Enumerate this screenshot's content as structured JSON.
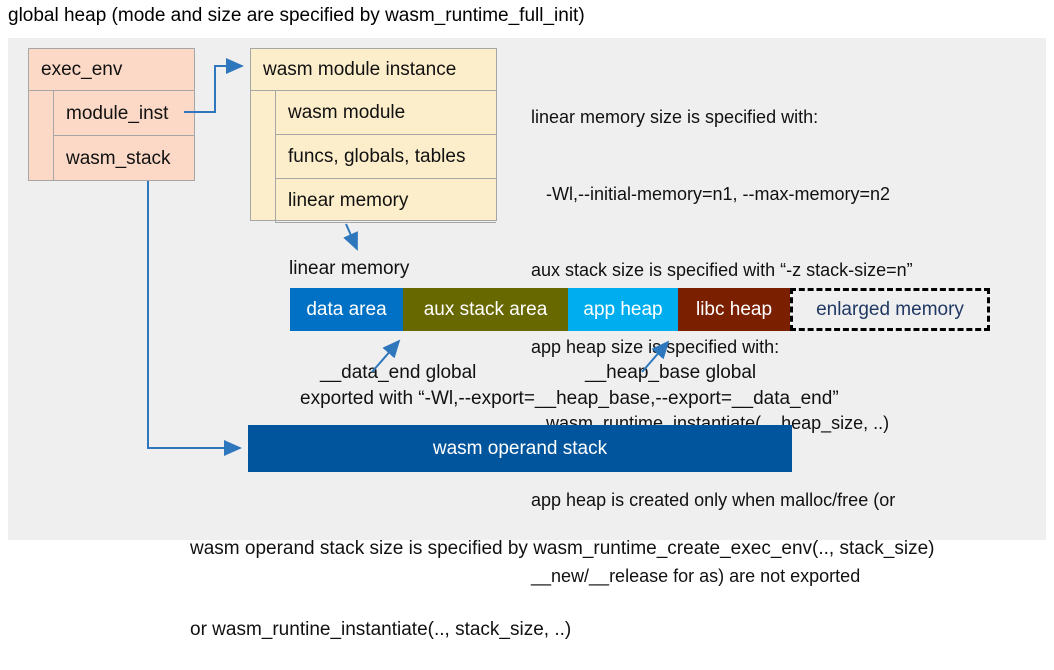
{
  "page_title": "global heap (mode and size are specified by wasm_runtime_full_init)",
  "exec_env_box": {
    "title": "exec_env",
    "rows": [
      {
        "label": "module_inst"
      },
      {
        "label": "wasm_stack"
      }
    ]
  },
  "module_instance_box": {
    "title": "wasm module instance",
    "rows": [
      {
        "label": "wasm module"
      },
      {
        "label": "funcs, globals, tables"
      },
      {
        "label": "linear memory"
      }
    ]
  },
  "memory_notes": {
    "lines": [
      "linear memory size is specified with:",
      "   -Wl,--initial-memory=n1, --max-memory=n2",
      "aux stack size is specified with “-z stack-size=n”",
      "app heap size is specified with:",
      "   wasm_runtime_instantiate(.., heap_size, ..)",
      "app heap is created only when malloc/free (or",
      "__new/__release for as) are not exported"
    ]
  },
  "linear_memory": {
    "label": "linear memory",
    "segments": [
      {
        "name": "data-area",
        "label": "data area",
        "color": "#0071c5"
      },
      {
        "name": "aux-stack-area",
        "label": "aux stack area",
        "color": "#686800"
      },
      {
        "name": "app-heap",
        "label": "app heap",
        "color": "#00aeef"
      },
      {
        "name": "libc-heap",
        "label": "libc heap",
        "color": "#7a2000"
      },
      {
        "name": "enlarged-memory",
        "label": "enlarged memory",
        "color": "none",
        "border": "dashed black",
        "text_color": "#1f3864"
      }
    ],
    "annotations": {
      "data_end": "__data_end global",
      "heap_base": "__heap_base global",
      "export_line": "exported with “-Wl,--export=__heap_base,--export=__data_end”"
    }
  },
  "operand_stack": {
    "label": "wasm operand stack",
    "color": "#00559c",
    "notes": [
      "wasm operand stack size is specified by wasm_runtime_create_exec_env(.., stack_size)",
      "or wasm_runtine_instantiate(.., stack_size, ..)"
    ]
  },
  "colors": {
    "panel_bg": "#efefef",
    "exec_env_fill": "#fbd9c6",
    "module_instance_fill": "#fdeecb",
    "box_border": "#a6a6a6",
    "arrow": "#2e77bc"
  }
}
